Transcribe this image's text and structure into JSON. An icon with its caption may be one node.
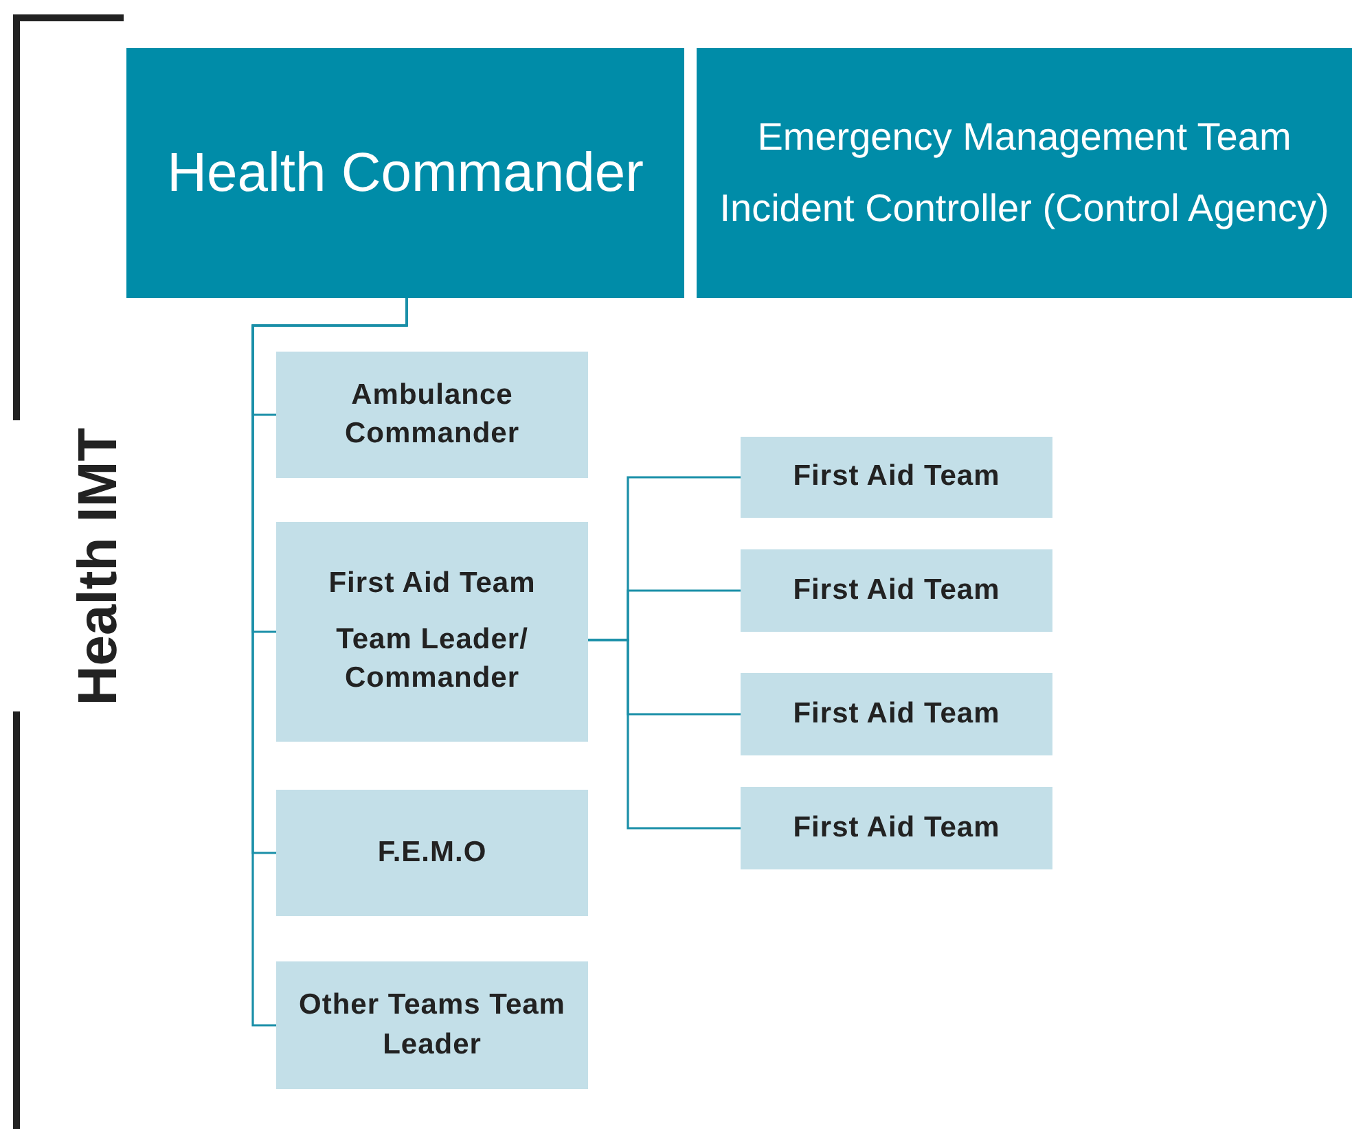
{
  "diagram": {
    "nodes": [
      {
        "text": [
          "Health Commander"
        ]
      },
      {
        "text": [
          "Emergency Management Team",
          "Incident Controller (Control Agency)"
        ]
      },
      {
        "text": [
          "Ambulance Commander"
        ]
      },
      {
        "text": [
          "First Aid Team",
          "Team Leader/ Commander"
        ]
      },
      {
        "text": [
          "F.E.M.O"
        ]
      },
      {
        "text": [
          "Other Teams Team Leader"
        ]
      },
      {
        "text": [
          "First Aid Team"
        ]
      },
      {
        "text": [
          "First Aid Team"
        ]
      },
      {
        "text": [
          "First Aid Team"
        ]
      },
      {
        "text": [
          "First Aid Team"
        ]
      }
    ],
    "edges": [
      {
        "from": 0,
        "to": 2,
        "arrow": "none"
      },
      {
        "from": 0,
        "to": 3,
        "arrow": "none"
      },
      {
        "from": 0,
        "to": 4,
        "arrow": "none"
      },
      {
        "from": 0,
        "to": 5,
        "arrow": "none"
      },
      {
        "from": 3,
        "to": 6,
        "arrow": "none"
      },
      {
        "from": 3,
        "to": 7,
        "arrow": "none"
      },
      {
        "from": 3,
        "to": 8,
        "arrow": "none"
      },
      {
        "from": 3,
        "to": 9,
        "arrow": "none"
      }
    ],
    "labels": [
      "Health IMT"
    ]
  }
}
